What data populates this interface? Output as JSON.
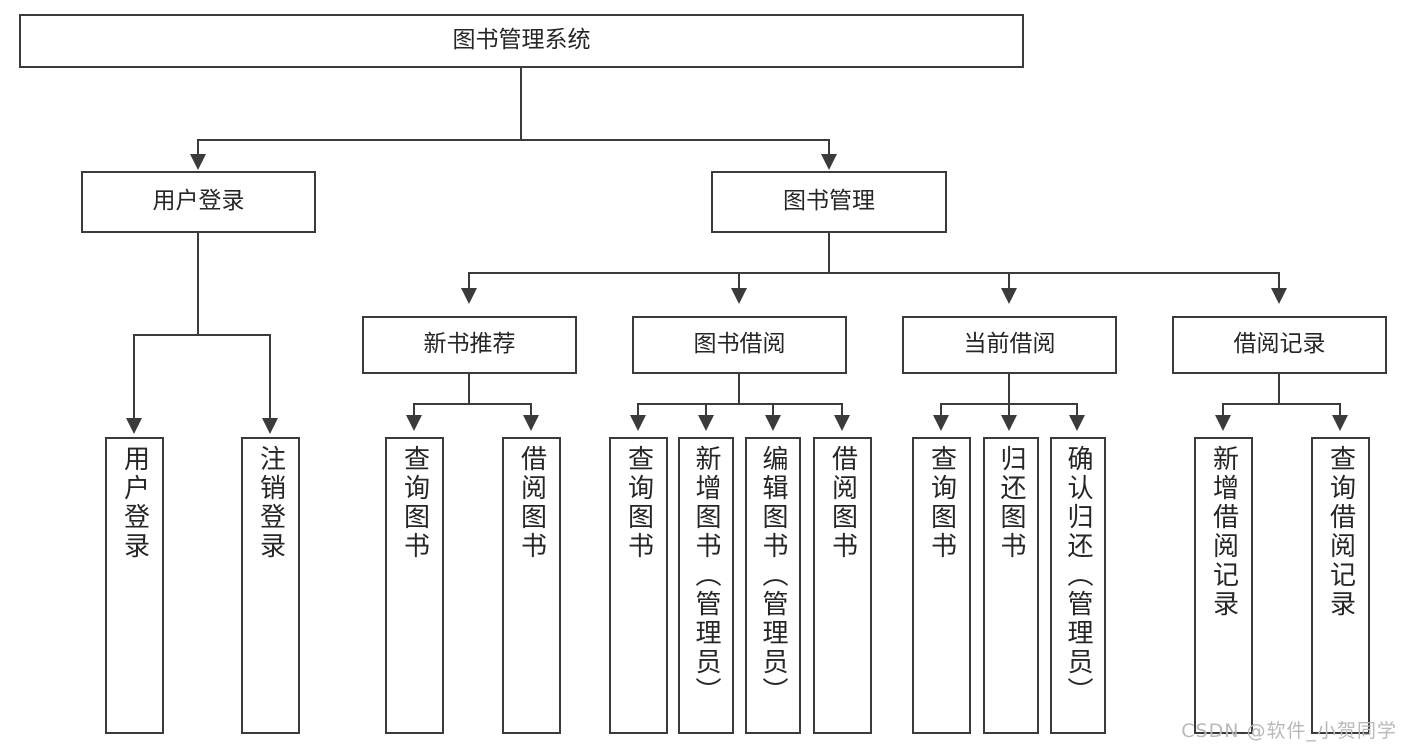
{
  "diagram": {
    "title": "图书管理系统",
    "type": "tree-hierarchy-diagram",
    "colors": {
      "stroke": "#3b3b3b",
      "fill": "#ffffff",
      "text": "#262626",
      "watermark": "#b9b9b9"
    },
    "root": {
      "label": "图书管理系统"
    },
    "level2": [
      {
        "label": "用户登录"
      },
      {
        "label": "图书管理"
      }
    ],
    "level3": [
      {
        "label": "新书推荐"
      },
      {
        "label": "图书借阅"
      },
      {
        "label": "当前借阅"
      },
      {
        "label": "借阅记录"
      }
    ],
    "leaves": {
      "user_login": [
        {
          "label": "用户登录"
        },
        {
          "label": "注销登录"
        }
      ],
      "new_book_recommend": [
        {
          "label": "查询图书"
        },
        {
          "label": "借阅图书"
        }
      ],
      "book_borrow": [
        {
          "label": "查询图书"
        },
        {
          "label": "新增图书（管理员）"
        },
        {
          "label": "编辑图书（管理员）"
        },
        {
          "label": "借阅图书"
        }
      ],
      "current_borrow": [
        {
          "label": "查询图书"
        },
        {
          "label": "归还图书"
        },
        {
          "label": "确认归还（管理员）"
        }
      ],
      "borrow_record": [
        {
          "label": "新增借阅记录"
        },
        {
          "label": "查询借阅记录"
        }
      ]
    }
  },
  "watermark": {
    "text": "CSDN @软件_小贺同学"
  }
}
